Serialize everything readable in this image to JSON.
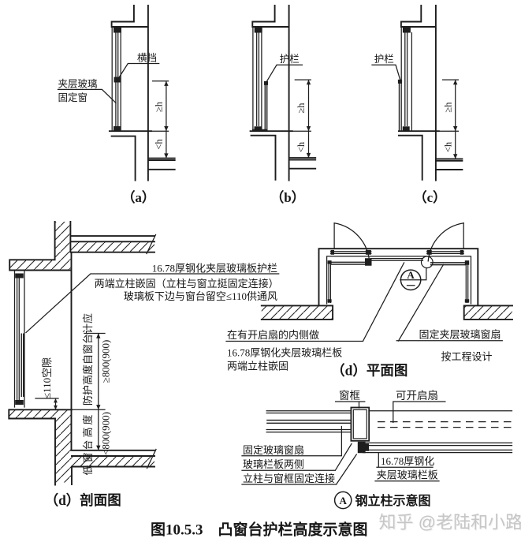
{
  "colors": {
    "line": "#1e1e1e",
    "background": "#ffffff",
    "watermark": "#c7c7c7"
  },
  "panels": {
    "a": {
      "caption": "（a）",
      "dim_upper": "≥h",
      "dim_lower": "<h",
      "label_crossbar": "横挡",
      "label_glass_line1": "夹层玻璃",
      "label_glass_line2": "固定窗"
    },
    "b": {
      "caption": "（b）",
      "dim_upper": "≥h",
      "dim_lower": "<h",
      "label_guardrail": "护栏"
    },
    "c": {
      "caption": "（c）",
      "dim_upper": "≥h",
      "dim_lower": "<h",
      "label_guardrail": "护栏"
    }
  },
  "section": {
    "caption": "（d）剖面图",
    "notes": [
      "16.78厚钢化夹层玻璃板护栏",
      "两端立柱嵌固（立柱与窗立挺固定连接）",
      "玻璃板下边与窗台留空≤110供通风"
    ],
    "dim_gap": "≤110空隙",
    "dim_guard_text": "防护高度自窗台计应",
    "dim_guard_value": "≥800(900)",
    "dim_sill_text": "低窗台高度",
    "dim_sill_value": "<800(900)"
  },
  "plan": {
    "caption": "（d）平面图",
    "note_left": [
      "在有开启扇的内侧做",
      "16.78厚钢化夹层玻璃栏板",
      "两端立柱嵌固"
    ],
    "note_right": [
      "固定夹层玻璃窗扇",
      "按工程设计"
    ],
    "detail_marker": "A"
  },
  "detail": {
    "marker": "A",
    "caption": "钢立柱示意图",
    "label_frame": "窗框",
    "label_openable": "可开启扇",
    "label_fixed_sash": "固定玻璃窗扇",
    "label_rail_sides": "玻璃栏板两侧",
    "label_column_fix": "立柱与窗框固定连接",
    "label_glass_line1": "16.78厚钢化",
    "label_glass_line2": "夹层玻璃栏板"
  },
  "figure": {
    "caption": "图10.5.3　凸窗台护栏高度示意图",
    "watermark": "知乎 @老陆和小路"
  }
}
